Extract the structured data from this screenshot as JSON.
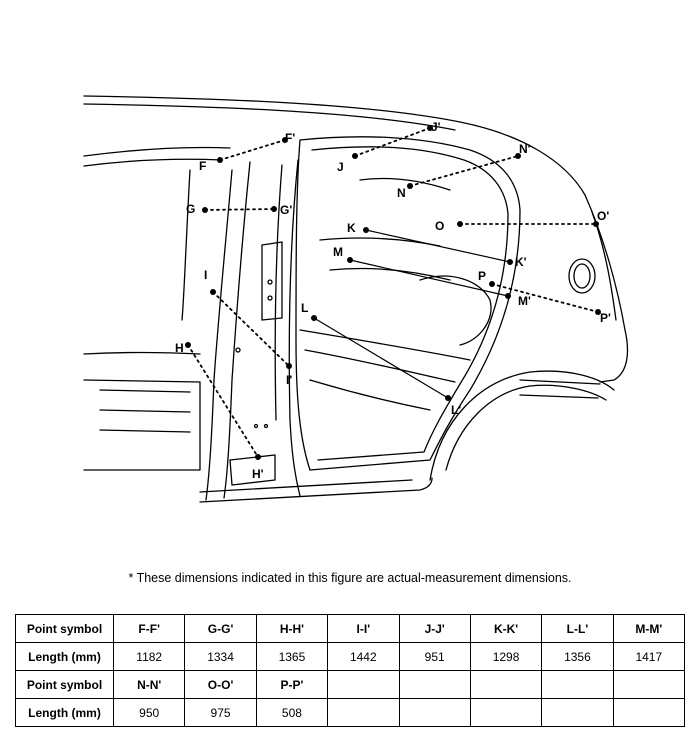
{
  "figure": {
    "points": [
      {
        "id": "F",
        "label": "F"
      },
      {
        "id": "F2",
        "label": "F'"
      },
      {
        "id": "G",
        "label": "G"
      },
      {
        "id": "G2",
        "label": "G'"
      },
      {
        "id": "H",
        "label": "H"
      },
      {
        "id": "H2",
        "label": "H'"
      },
      {
        "id": "I",
        "label": "I"
      },
      {
        "id": "I2",
        "label": "I'"
      },
      {
        "id": "J",
        "label": "J"
      },
      {
        "id": "J2",
        "label": "J'"
      },
      {
        "id": "K",
        "label": "K"
      },
      {
        "id": "K2",
        "label": "K'"
      },
      {
        "id": "L",
        "label": "L"
      },
      {
        "id": "L2",
        "label": "L'"
      },
      {
        "id": "M",
        "label": "M"
      },
      {
        "id": "M2",
        "label": "M'"
      },
      {
        "id": "N",
        "label": "N"
      },
      {
        "id": "N2",
        "label": "N'"
      },
      {
        "id": "O",
        "label": "O"
      },
      {
        "id": "O2",
        "label": "O'"
      },
      {
        "id": "P",
        "label": "P"
      },
      {
        "id": "P2",
        "label": "P'"
      }
    ]
  },
  "note": "*  These dimensions indicated in this figure are actual-measurement dimensions.",
  "table": {
    "row_header_symbol": "Point symbol",
    "row_header_length": "Length (mm)",
    "rows": [
      {
        "symbols": [
          "F-F'",
          "G-G'",
          "H-H'",
          "I-I'",
          "J-J'",
          "K-K'",
          "L-L'",
          "M-M'"
        ],
        "lengths": [
          "1182",
          "1334",
          "1365",
          "1442",
          "951",
          "1298",
          "1356",
          "1417"
        ]
      },
      {
        "symbols": [
          "N-N'",
          "O-O'",
          "P-P'",
          "",
          "",
          "",
          "",
          ""
        ],
        "lengths": [
          "950",
          "975",
          "508",
          "",
          "",
          "",
          "",
          ""
        ]
      }
    ]
  }
}
